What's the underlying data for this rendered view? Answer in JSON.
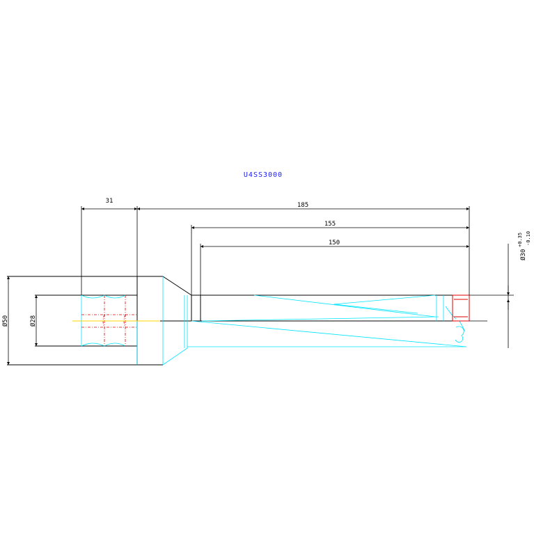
{
  "drawing": {
    "title": "U4SS3000",
    "colors": {
      "outline": "#000000",
      "detail": "#00e5ff",
      "center": "#ffd400",
      "hidden": "#e00000",
      "title": "#1a1aff"
    }
  },
  "dimensions": {
    "shank_length": "31",
    "overall_length": "185",
    "body_length": "155",
    "flute_length": "150",
    "shank_diameter": "Ø50",
    "bore_diameter": "Ø28",
    "cutting_diameter": "Ø30",
    "tolerance_upper": "+0.35",
    "tolerance_lower": "-0.10"
  }
}
